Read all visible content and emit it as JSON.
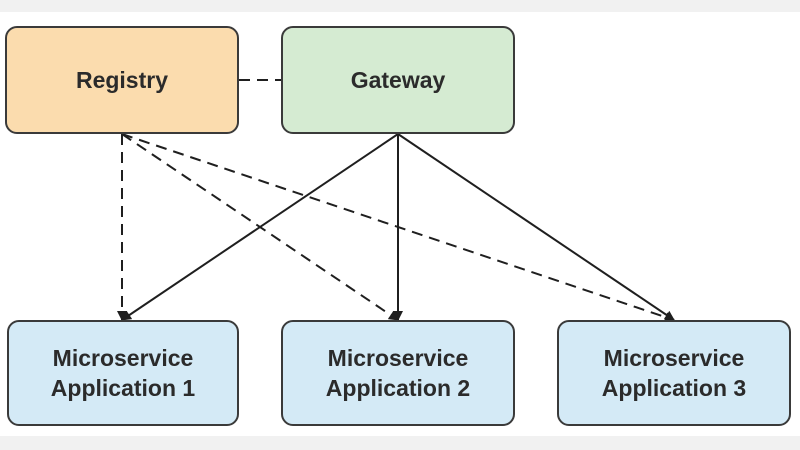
{
  "diagram": {
    "nodes": {
      "registry": {
        "label": "Registry",
        "fill": "#fbdcae"
      },
      "gateway": {
        "label": "Gateway",
        "fill": "#d5ebd2"
      },
      "ms1": {
        "label": "Microservice\nApplication 1",
        "fill": "#d4eaf6"
      },
      "ms2": {
        "label": "Microservice\nApplication 2",
        "fill": "#d4eaf6"
      },
      "ms3": {
        "label": "Microservice\nApplication 3",
        "fill": "#d4eaf6"
      }
    },
    "edges": [
      {
        "from": "registry",
        "to": "gateway",
        "style": "dashed",
        "arrow": false
      },
      {
        "from": "registry",
        "to": "ms1",
        "style": "dashed",
        "arrow": true
      },
      {
        "from": "registry",
        "to": "ms2",
        "style": "dashed",
        "arrow": true
      },
      {
        "from": "registry",
        "to": "ms3",
        "style": "dashed",
        "arrow": true
      },
      {
        "from": "gateway",
        "to": "ms1",
        "style": "solid",
        "arrow": true
      },
      {
        "from": "gateway",
        "to": "ms2",
        "style": "solid",
        "arrow": true
      },
      {
        "from": "gateway",
        "to": "ms3",
        "style": "solid",
        "arrow": true
      }
    ],
    "colors": {
      "stroke": "#1f1f1f",
      "border": "#3a3a3a"
    }
  }
}
